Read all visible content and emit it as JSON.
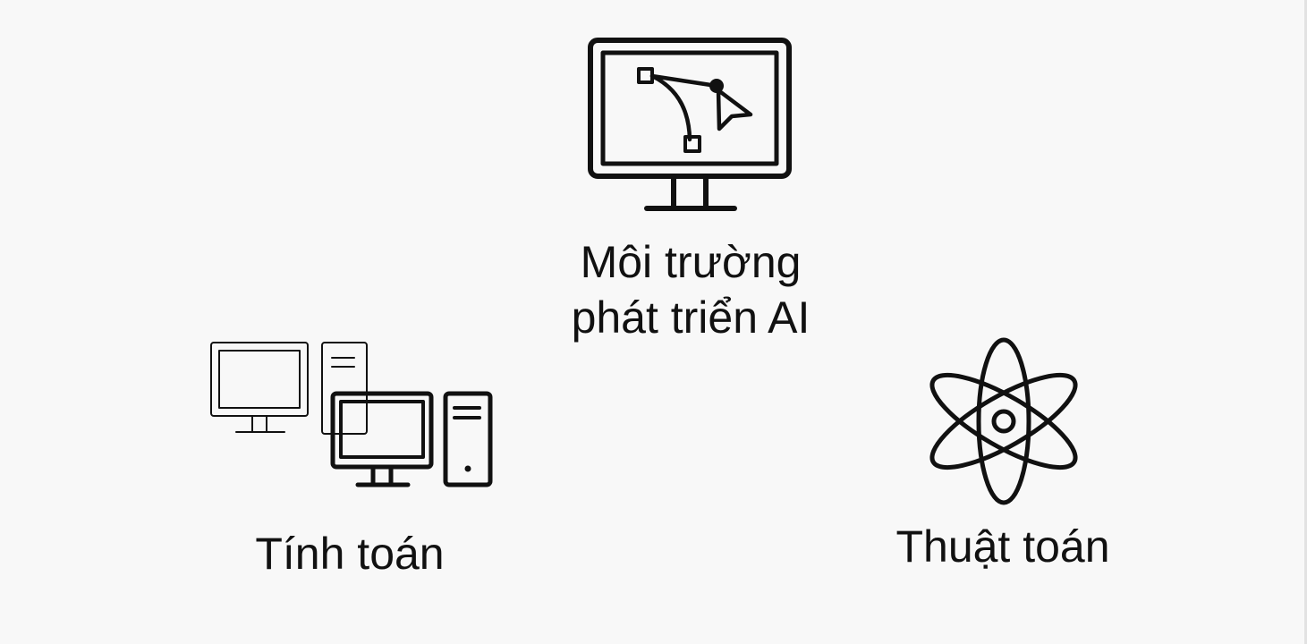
{
  "colors": {
    "background": "#f8f8f8",
    "ink": "#111111"
  },
  "nodes": [
    {
      "id": "ai-env",
      "icon": "monitor-bezier-curve-icon",
      "label_line1": "Môi trường",
      "label_line2": "phát triển AI"
    },
    {
      "id": "compute",
      "icon": "desktop-computers-icon",
      "label": "Tính toán"
    },
    {
      "id": "algo",
      "icon": "atom-icon",
      "label": "Thuật toán"
    }
  ]
}
